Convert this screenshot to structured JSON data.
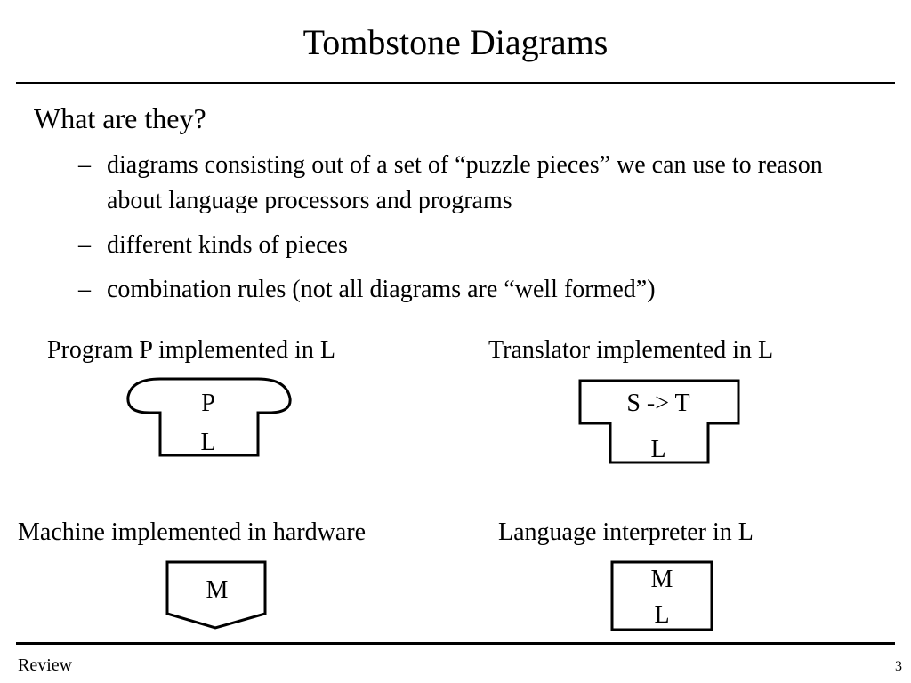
{
  "title": "Tombstone Diagrams",
  "heading": "What are they?",
  "bullets": [
    "diagrams consisting out of a set of “puzzle pieces” we can use to reason about language processors and programs",
    "different kinds of pieces",
    "combination rules (not all diagrams are “well formed”)"
  ],
  "bullet_marker": "–",
  "pieces": {
    "program": {
      "caption": "Program P implemented in L",
      "top_label": "P",
      "bottom_label": "L"
    },
    "translator": {
      "caption": "Translator implemented in L",
      "top_label": "S -> T",
      "bottom_label": "L"
    },
    "machine": {
      "caption": "Machine implemented in hardware",
      "label": "M"
    },
    "interpreter": {
      "caption": "Language interpreter in L",
      "top_label": "M",
      "bottom_label": "L"
    }
  },
  "footer": {
    "section": "Review",
    "page_number": "3"
  }
}
